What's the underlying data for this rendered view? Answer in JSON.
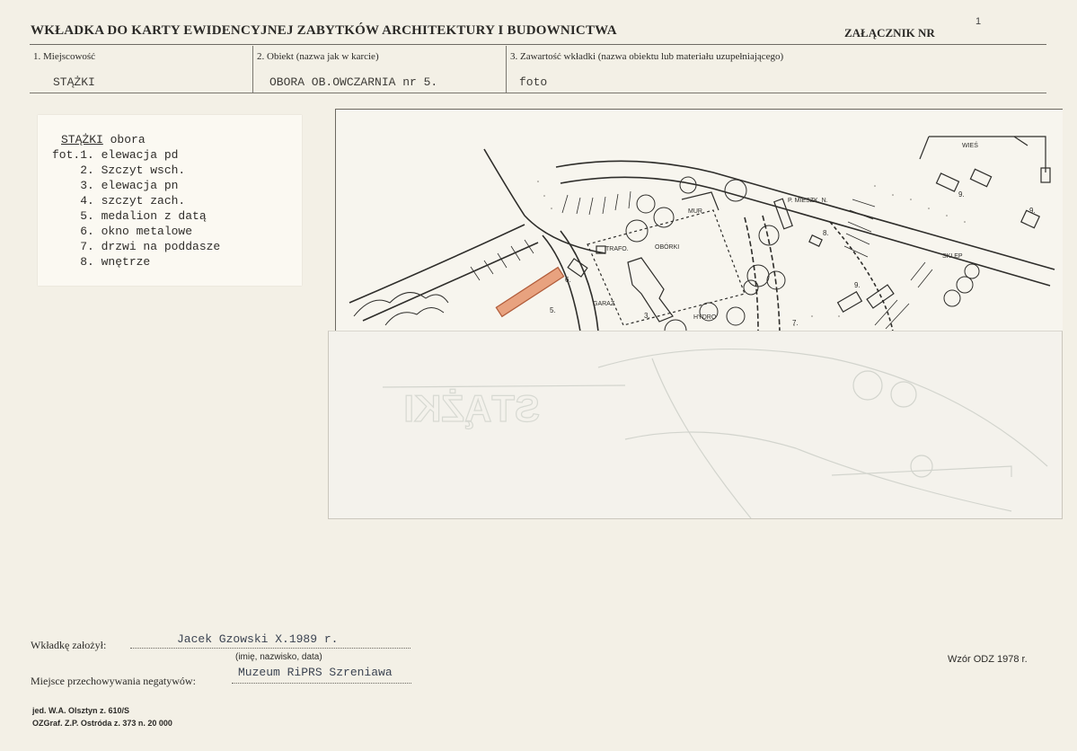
{
  "header": {
    "title": "WKŁADKA DO KARTY EWIDENCYJNEJ ZABYTKÓW ARCHITEKTURY I BUDOWNICTWA",
    "attachment_label": "ZAŁĄCZNIK NR",
    "attachment_number": "1"
  },
  "fields": {
    "locality_label": "1. Miejscowość",
    "locality_value": "STĄŻKI",
    "object_label": "2. Obiekt (nazwa jak w karcie)",
    "object_value": "OBORA OB.OWCZARNIA nr 5.",
    "content_label": "3. Zawartość wkładki (nazwa obiektu lub materiału uzupełniającego)",
    "content_value": "foto"
  },
  "note_card": {
    "town": "STĄŻKI",
    "building": "obora",
    "items": [
      "fot.1. elewacja pd",
      "    2. Szczyt wsch.",
      "    3. elewacja pn",
      "    4. szczyt zach.",
      "    5. medalion z datą",
      "    6. okno metalowe",
      "    7. drzwi na poddasze",
      "    8. wnętrze"
    ]
  },
  "map_labels": {
    "wies": "WIEŚ",
    "house": "P. MIESZK. N.",
    "shop": "SKLEP",
    "mur": "MUR",
    "trafo": "TRAFO.",
    "obory": "OBÓRKI",
    "hydro": "HYDRO",
    "garaz": "GARAŻ",
    "n3": "3.",
    "n5": "5.",
    "n6": "6.",
    "n7": "7.",
    "n8": "8.",
    "n9": "9."
  },
  "photo_back": {
    "town": "STĄŻKI"
  },
  "signature": {
    "created_label": "Wkładkę założył:",
    "created_value": "Jacek Gzowski X.1989 r.",
    "created_hint": "(imię, nazwisko, data)",
    "storage_label": "Miejsce przechowywania negatywów:",
    "storage_value": "Muzeum RiPRS Szreniawa",
    "template_note": "Wzór ODZ 1978 r."
  },
  "print_info": {
    "line1": "jed. W.A. Olsztyn z. 610/S",
    "line2": "OZGraf. Z.P. Ostróda z. 373 n. 20 000"
  },
  "colors": {
    "paper": "#f3f0e6",
    "ink": "#2b2a27",
    "highlight": "#e8a27f"
  }
}
